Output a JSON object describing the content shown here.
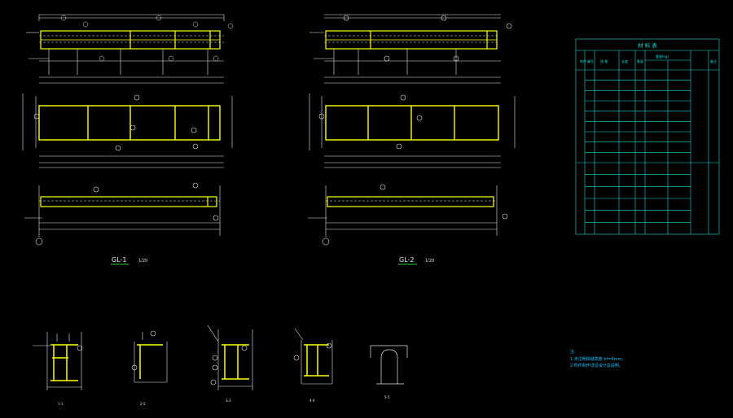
{
  "drawing": {
    "colors": {
      "background": "#000000",
      "line": "#e6e6e6",
      "beam": "#ffff00",
      "table": "#19d6d6",
      "note": "#19c4ff",
      "underline": "#22cc22"
    },
    "views": [
      {
        "title": "GL-1",
        "scale": "1/20"
      },
      {
        "title": "GL-2",
        "scale": "1/20"
      }
    ],
    "sections": [
      {
        "label": "1-1"
      },
      {
        "label": "2-2"
      },
      {
        "label": "3-3"
      },
      {
        "label": "4-4"
      },
      {
        "label": "5-5"
      }
    ],
    "table": {
      "title": "材 料 表",
      "headers": [
        "构件",
        "编号",
        "规 格",
        "长度",
        "数量",
        "重量(kg)",
        "备注"
      ],
      "group1_rows": 9,
      "group2_rows": 6
    },
    "notes": [
      "注:",
      "1.未注明焊缝高度 hf=6mm。",
      "2.构件制作详见设计总说明。"
    ]
  }
}
